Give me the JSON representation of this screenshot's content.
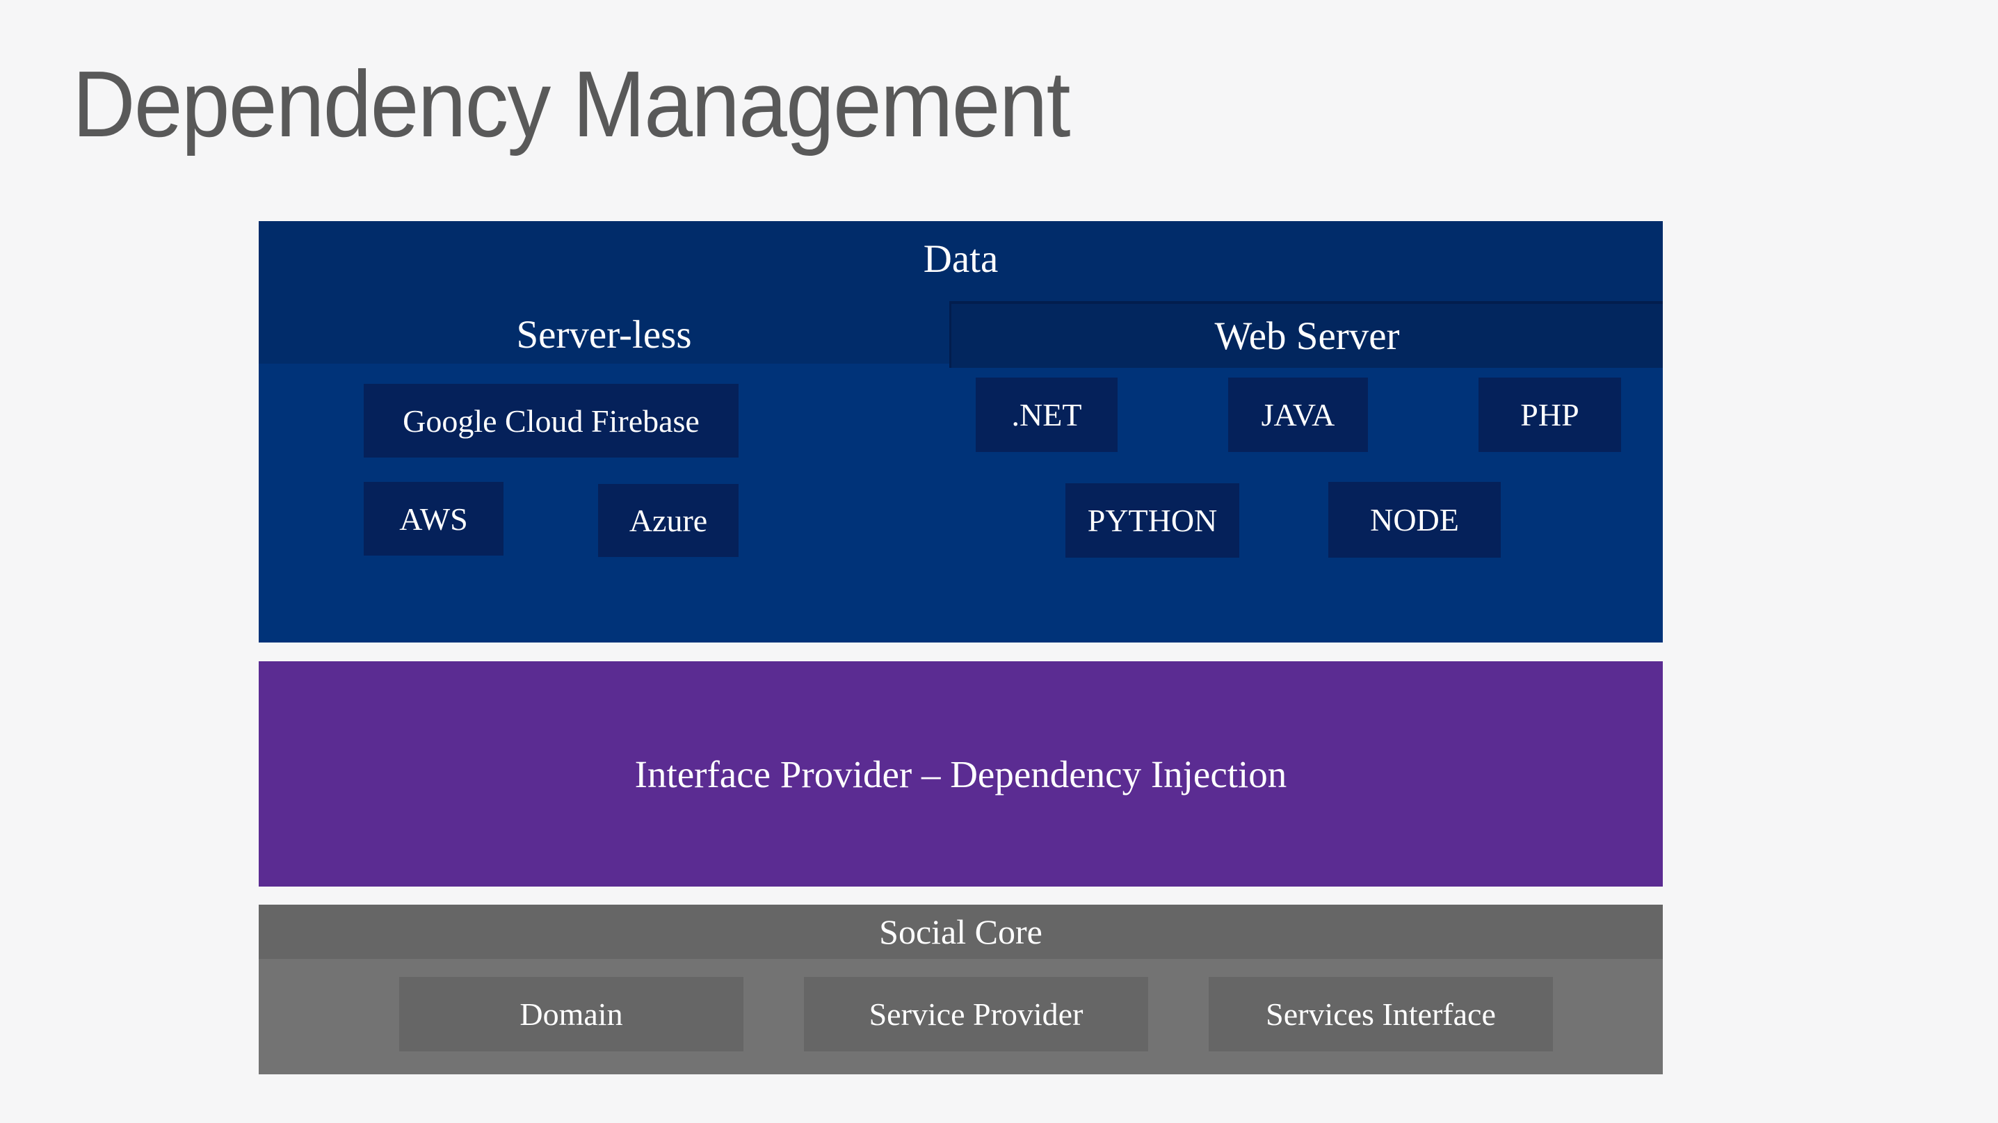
{
  "title": "Dependency Management",
  "layers": {
    "data": {
      "header": "Data",
      "serverless": {
        "header": "Server-less",
        "items": {
          "firebase": "Google Cloud Firebase",
          "aws": "AWS",
          "azure": "Azure"
        }
      },
      "webserver": {
        "header": "Web Server",
        "items": {
          "dotnet": ".NET",
          "java": "JAVA",
          "php": "PHP",
          "python": "PYTHON",
          "node": "NODE"
        }
      }
    },
    "interface": {
      "label": "Interface Provider – Dependency Injection"
    },
    "social": {
      "header": "Social Core",
      "items": {
        "domain": "Domain",
        "service_provider": "Service Provider",
        "services_interface": "Services Interface"
      }
    }
  },
  "colors": {
    "background": "#f6f6f7",
    "title_text": "#595959",
    "band_navy": "#012c6a",
    "body_navy": "#003379",
    "item_box_navy": "#05215a",
    "webserver_navy": "#02265e",
    "purple": "#5b2c92",
    "gray_bar": "#666666",
    "gray_body": "#737373",
    "gray_box": "#666666",
    "diagram_text": "#ffffff"
  }
}
